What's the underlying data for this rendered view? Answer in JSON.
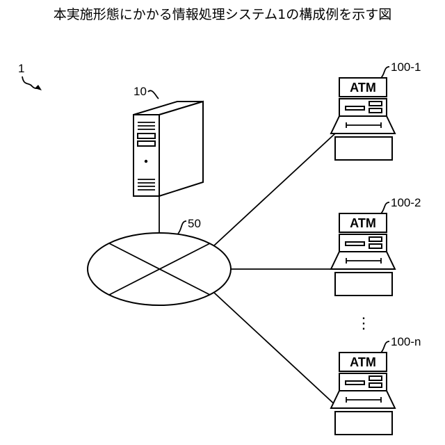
{
  "title": "本実施形態にかかる情報処理システム1の構成例を示す図",
  "system_label": "1",
  "server_label": "10",
  "network_label": "50",
  "atm_text": "ATM",
  "atm_labels": [
    "100-1",
    "100-2",
    "100-n"
  ],
  "ellipsis": "⋮"
}
